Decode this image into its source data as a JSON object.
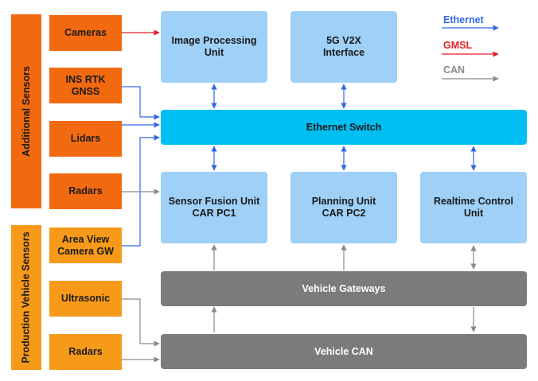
{
  "groups": {
    "additional": "Additional Sensors",
    "production": "Production Vehicle Sensors"
  },
  "sensors": {
    "cameras": "Cameras",
    "ins": "INS RTK\nGNSS",
    "lidars": "Lidars",
    "radars_top": "Radars",
    "area_view": "Area View\nCamera GW",
    "ultrasonic": "Ultrasonic",
    "radars_bottom": "Radars"
  },
  "units": {
    "image_processing": "Image Processing\nUnit",
    "v2x": "5G V2X\nInterface",
    "ethernet_switch": "Ethernet Switch",
    "sensor_fusion": "Sensor Fusion Unit\nCAR PC1",
    "planning": "Planning Unit\nCAR PC2",
    "realtime": "Realtime Control\nUnit",
    "vehicle_gateways": "Vehicle Gateways",
    "vehicle_can": "Vehicle CAN"
  },
  "legend": {
    "ethernet": "Ethernet",
    "gmsl": "GMSL",
    "can": "CAN"
  },
  "colors": {
    "ethernet": "#3366e6",
    "gmsl": "#e41e26",
    "can": "#8a8a8a"
  }
}
